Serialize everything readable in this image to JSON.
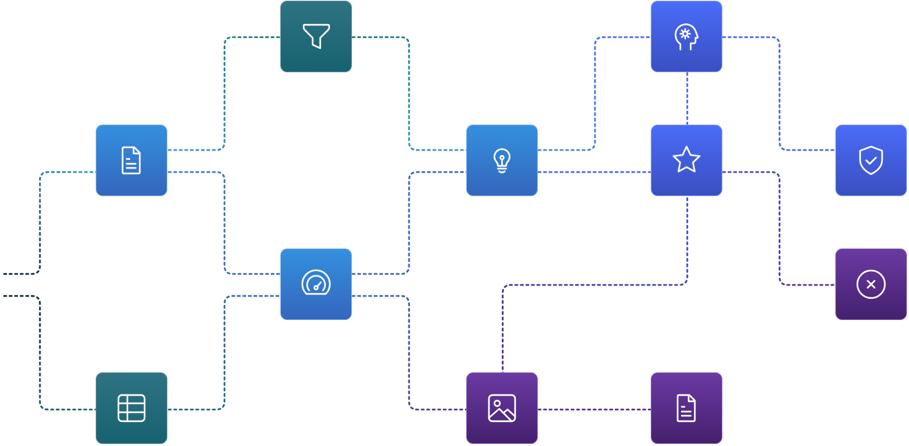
{
  "diagram": {
    "nodes": [
      {
        "id": "doc-source",
        "icon": "document-icon",
        "color": "blue"
      },
      {
        "id": "filter",
        "icon": "filter-icon",
        "color": "teal"
      },
      {
        "id": "dashboard",
        "icon": "gauge-icon",
        "color": "blue"
      },
      {
        "id": "table",
        "icon": "table-icon",
        "color": "teal"
      },
      {
        "id": "idea",
        "icon": "lightbulb-icon",
        "color": "blue"
      },
      {
        "id": "ai-head",
        "icon": "ai-head-icon",
        "color": "indigo"
      },
      {
        "id": "star",
        "icon": "star-icon",
        "color": "indigo"
      },
      {
        "id": "image",
        "icon": "image-icon",
        "color": "purple"
      },
      {
        "id": "doc-output",
        "icon": "document-icon",
        "color": "purple"
      },
      {
        "id": "shield",
        "icon": "shield-check-icon",
        "color": "indigo"
      },
      {
        "id": "reject",
        "icon": "close-circle-icon",
        "color": "purple"
      }
    ],
    "edges": [
      {
        "from": "input-1",
        "to": "doc-source"
      },
      {
        "from": "input-2",
        "to": "doc-source"
      },
      {
        "from": "input-3",
        "to": "table"
      },
      {
        "from": "doc-source",
        "to": "filter"
      },
      {
        "from": "doc-source",
        "to": "dashboard"
      },
      {
        "from": "table",
        "to": "dashboard"
      },
      {
        "from": "filter",
        "to": "idea"
      },
      {
        "from": "dashboard",
        "to": "idea"
      },
      {
        "from": "dashboard",
        "to": "image"
      },
      {
        "from": "idea",
        "to": "ai-head"
      },
      {
        "from": "idea",
        "to": "star"
      },
      {
        "from": "ai-head",
        "to": "star"
      },
      {
        "from": "ai-head",
        "to": "shield"
      },
      {
        "from": "star",
        "to": "reject"
      },
      {
        "from": "star",
        "to": "image"
      },
      {
        "from": "image",
        "to": "doc-output"
      }
    ],
    "colors": {
      "teal": "#1f6a78",
      "blue": "#3380d4",
      "indigo": "#4461e6",
      "purple": "#5a2d8c",
      "wire_dark": "#0f2230",
      "wire_teal": "#1e7f86",
      "wire_blue": "#3a8fd0",
      "wire_indigo": "#4a66ee",
      "wire_purple": "#5a2d8c"
    }
  }
}
